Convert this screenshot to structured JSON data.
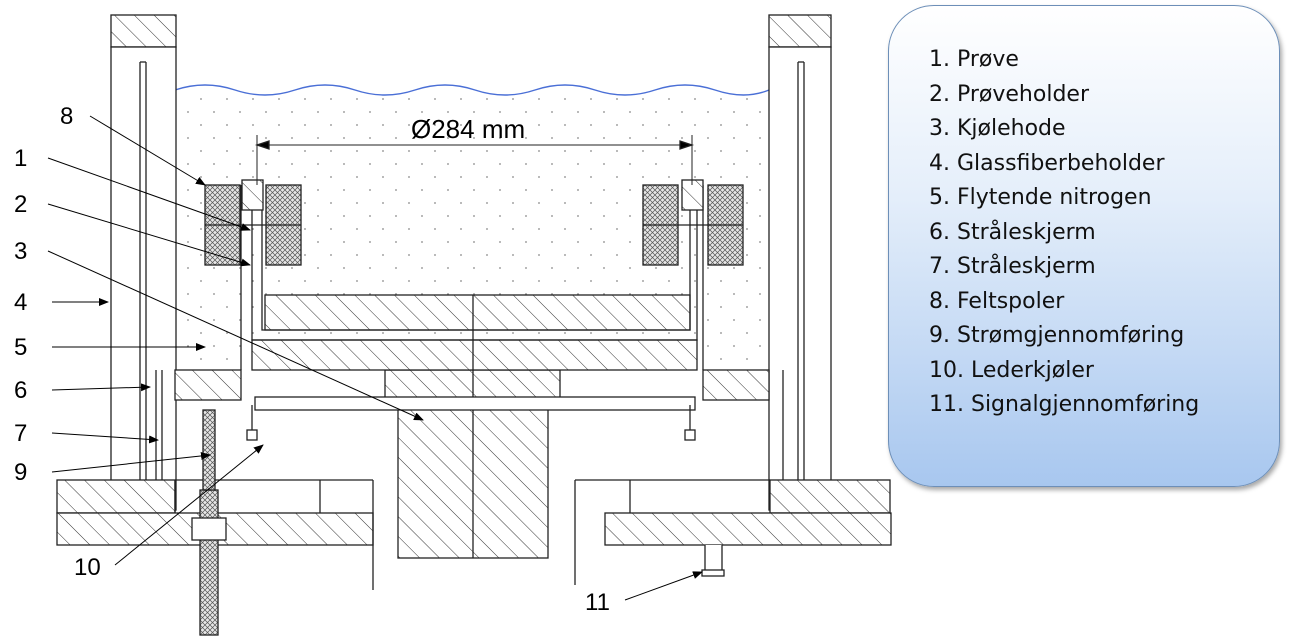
{
  "diagram": {
    "dimension_label": "Ø284 mm",
    "callouts": [
      "1",
      "2",
      "3",
      "4",
      "5",
      "6",
      "7",
      "8",
      "9",
      "10",
      "11"
    ]
  },
  "legend": {
    "items": [
      "1. Prøve",
      "2. Prøveholder",
      "3. Kjølehode",
      "4. Glassfiberbeholder",
      "5. Flytende nitrogen",
      "6. Stråleskjerm",
      "7. Stråleskjerm",
      "8. Feltspoler",
      "9. Strømgjennomføring",
      "10. Lederkjøler",
      "11. Signalgjennomføring"
    ]
  },
  "colors": {
    "line": "#222222",
    "liquid_surface": "#4a6fd6",
    "legend_border": "#6d8fb8"
  }
}
